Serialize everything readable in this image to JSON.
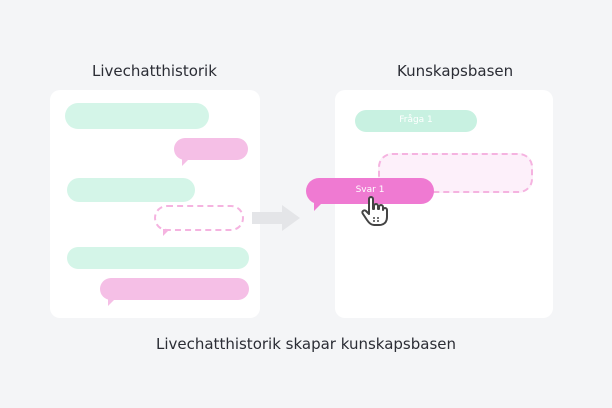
{
  "left_panel": {
    "title": "Livechatthistorik"
  },
  "right_panel": {
    "title": "Kunskapsbasen",
    "question_label": "Fråga 1",
    "answer_label": "Svar 1"
  },
  "caption": "Livechatthistorik skapar kunskapsbasen",
  "colors": {
    "green": "#d4f5e8",
    "pink": "#f5bfe6",
    "answer_pink": "#ef7ad2",
    "background": "#f4f5f7"
  },
  "icons": {
    "arrow": "arrow-right-icon",
    "cursor": "hand-pointer-icon"
  }
}
